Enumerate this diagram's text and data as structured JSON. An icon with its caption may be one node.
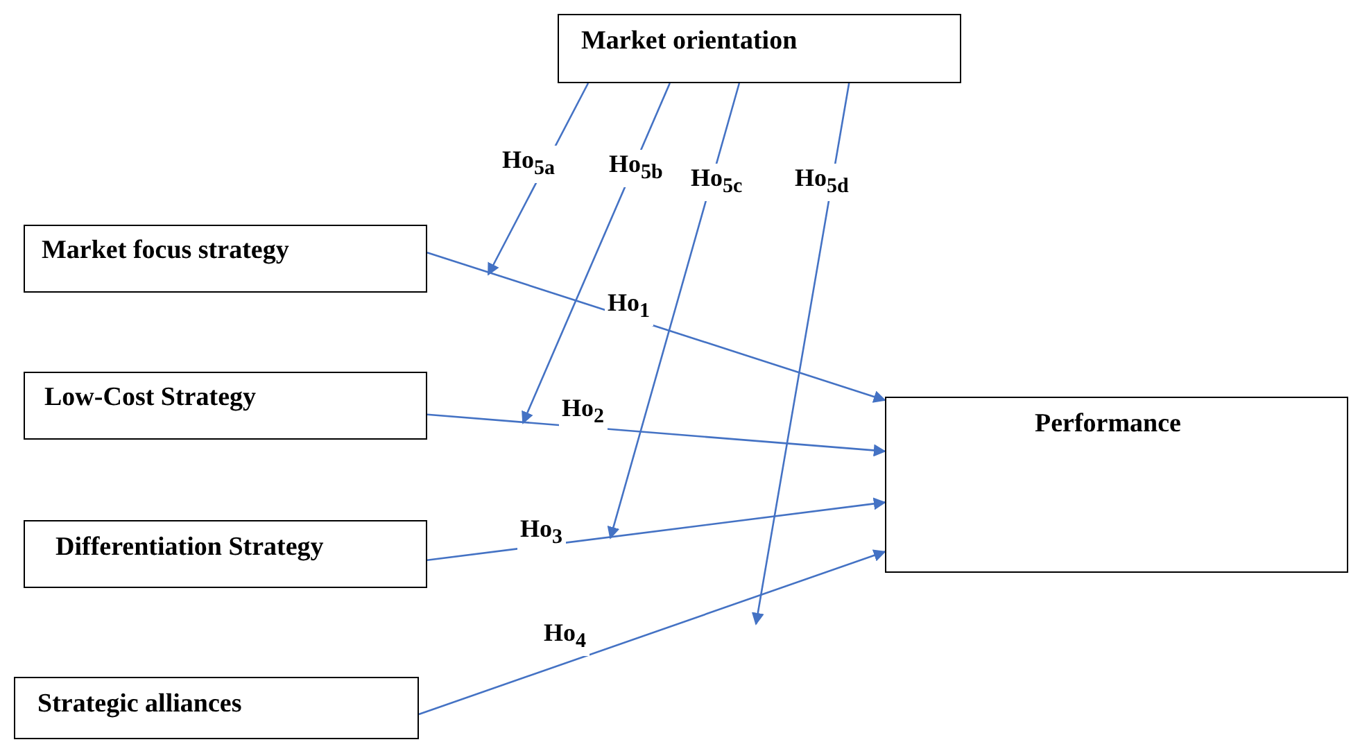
{
  "diagram": {
    "nodes": [
      {
        "text": [
          "Market orientation"
        ]
      },
      {
        "text": [
          "Market focus strategy"
        ]
      },
      {
        "text": [
          "Low-Cost Strategy"
        ]
      },
      {
        "text": [
          "Differentiation Strategy"
        ]
      },
      {
        "text": [
          "Strategic alliances"
        ]
      },
      {
        "text": [
          "Performance"
        ]
      }
    ],
    "edges": [
      {
        "from": 1,
        "to": 5,
        "arrow": "to",
        "label": "Ho$_{1}$"
      },
      {
        "from": 2,
        "to": 5,
        "arrow": "to",
        "label": "Ho$_{2}$"
      },
      {
        "from": 3,
        "to": 5,
        "arrow": "to",
        "label": "Ho$_{3}$"
      },
      {
        "from": 4,
        "to": 5,
        "arrow": "to",
        "label": "Ho$_{4}$"
      },
      {
        "from": 0,
        "to": null,
        "arrow": "to",
        "label": "Ho$_{5a}$"
      },
      {
        "from": 0,
        "to": null,
        "arrow": "to",
        "label": "Ho$_{5b}$"
      },
      {
        "from": 0,
        "to": null,
        "arrow": "to",
        "label": "Ho$_{5c}$"
      },
      {
        "from": 0,
        "to": null,
        "arrow": "to",
        "label": "Ho$_{5d}$"
      }
    ]
  }
}
